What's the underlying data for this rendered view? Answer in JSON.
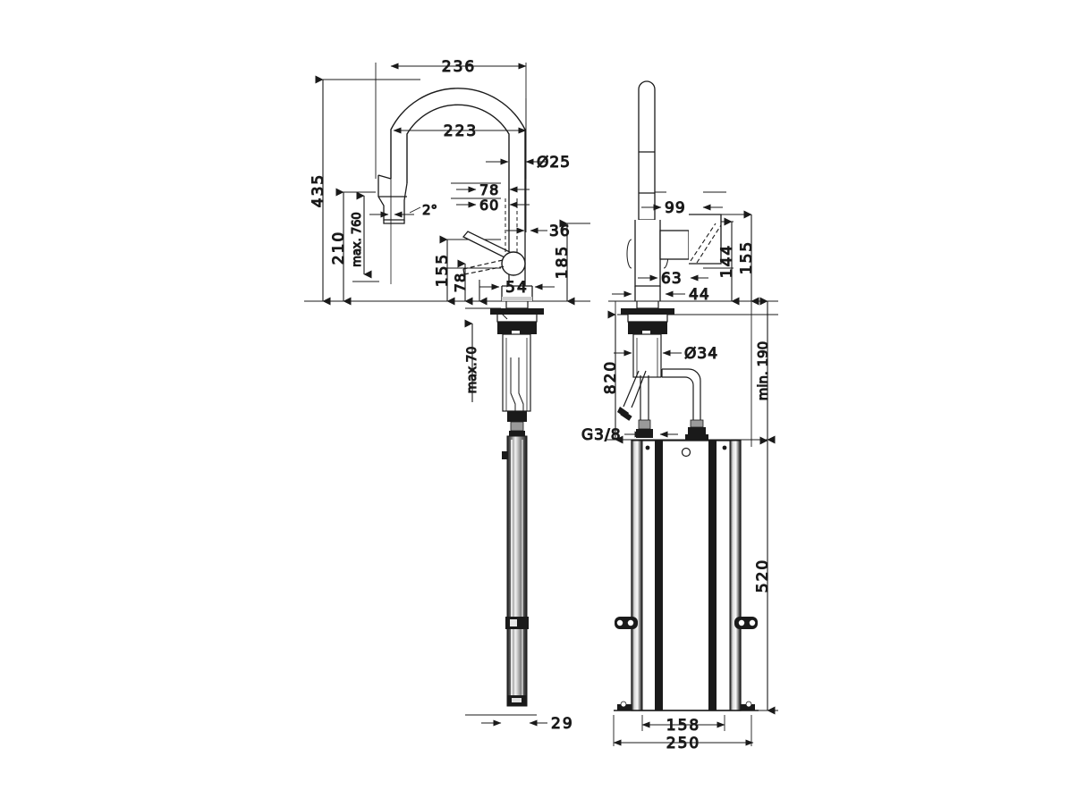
{
  "document": {
    "type": "technical-dimensional-drawing",
    "subject": "pull-down kitchen mixer tap with under-sink assembly",
    "background_color": "#ffffff",
    "line_color": "#1a1a1a",
    "units": "mm"
  },
  "views": {
    "left": {
      "name": "front-elevation",
      "description": "Front view of the faucet showing the C-shaped spout, the pull-down spray head, the single lever handle and the long vertical pull-out hose assembly below the counter."
    },
    "right": {
      "name": "side-elevation",
      "description": "Side view of the faucet showing the narrow profile column, the lever swing, the flexible supply hoses and the under-counter enclosure box."
    }
  },
  "dimensions": {
    "left_view": [
      {
        "id": "d-236",
        "label": "236",
        "orientation": "horizontal",
        "note": "overall spout reach"
      },
      {
        "id": "d-223",
        "label": "223",
        "orientation": "horizontal",
        "note": "spout projection"
      },
      {
        "id": "d-435",
        "label": "435",
        "orientation": "vertical",
        "note": "overall height"
      },
      {
        "id": "d-210",
        "label": "210",
        "orientation": "vertical",
        "note": "height to spray head rest"
      },
      {
        "id": "d-max760",
        "label": "max. 760",
        "orientation": "vertical",
        "note": "maximum pull-out hose travel"
      },
      {
        "id": "d-2deg",
        "label": "2°",
        "orientation": "angle",
        "note": "spray head tilt"
      },
      {
        "id": "d-d25",
        "label": "Ø25",
        "orientation": "horizontal",
        "note": "spout tube diameter"
      },
      {
        "id": "d-78a",
        "label": "78",
        "orientation": "horizontal",
        "note": "handle offset upper"
      },
      {
        "id": "d-60",
        "label": "60",
        "orientation": "horizontal",
        "note": "handle offset"
      },
      {
        "id": "d-155",
        "label": "155",
        "orientation": "vertical",
        "note": "lever height"
      },
      {
        "id": "d-78b",
        "label": "78",
        "orientation": "vertical",
        "note": "lever down position height"
      },
      {
        "id": "d-54",
        "label": "54",
        "orientation": "horizontal",
        "note": "base body width"
      },
      {
        "id": "d-36",
        "label": "36",
        "orientation": "horizontal",
        "note": "lever pivot offset"
      },
      {
        "id": "d-185",
        "label": "185",
        "orientation": "vertical",
        "note": "body height"
      },
      {
        "id": "d-max70",
        "label": "max.70",
        "orientation": "vertical",
        "note": "maximum counter thickness"
      },
      {
        "id": "d-29",
        "label": "29",
        "orientation": "horizontal",
        "note": "hose weight width"
      }
    ],
    "right_view": [
      {
        "id": "d-99",
        "label": "99",
        "orientation": "horizontal",
        "note": "lever projection"
      },
      {
        "id": "d-63",
        "label": "63",
        "orientation": "horizontal",
        "note": "lever body depth"
      },
      {
        "id": "d-44",
        "label": "44",
        "orientation": "horizontal",
        "note": "body depth"
      },
      {
        "id": "d-144",
        "label": "144",
        "orientation": "vertical",
        "note": "lever up height"
      },
      {
        "id": "d-155r",
        "label": "155",
        "orientation": "vertical",
        "note": "lever height"
      },
      {
        "id": "d-d34",
        "label": "Ø34",
        "orientation": "horizontal",
        "note": "shank diameter"
      },
      {
        "id": "d-820",
        "label": "820",
        "orientation": "vertical",
        "note": "supply hose length"
      },
      {
        "id": "d-g38",
        "label": "G3/8",
        "orientation": "callout",
        "note": "supply connection thread"
      },
      {
        "id": "d-min190",
        "label": "min. 190",
        "orientation": "vertical",
        "note": "minimum clearance required"
      },
      {
        "id": "d-520",
        "label": "520",
        "orientation": "vertical",
        "note": "enclosure height"
      },
      {
        "id": "d-158",
        "label": "158",
        "orientation": "horizontal",
        "note": "enclosure body width"
      },
      {
        "id": "d-250",
        "label": "250",
        "orientation": "horizontal",
        "note": "enclosure base plate width"
      }
    ]
  }
}
